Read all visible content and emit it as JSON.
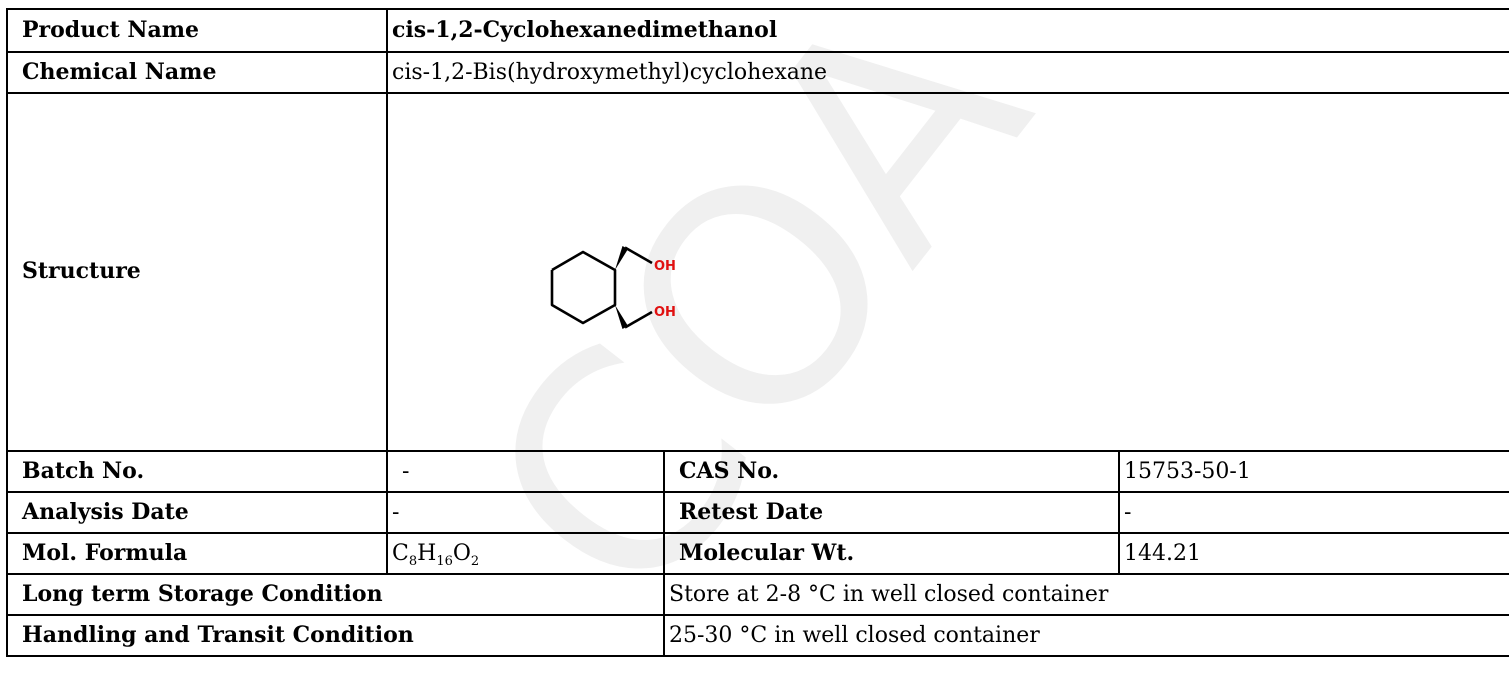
{
  "watermark": "COA",
  "product": {
    "label": "Product Name",
    "value": "cis-1,2-Cyclohexanedimethanol"
  },
  "chemical": {
    "label": "Chemical Name",
    "value": "cis-1,2-Bis(hydroxymethyl)cyclohexane"
  },
  "structure": {
    "label": "Structure",
    "oh_top": "OH",
    "oh_bottom": "OH"
  },
  "batch": {
    "label": "Batch No.",
    "value": "-"
  },
  "cas": {
    "label": "CAS No.",
    "value": "15753-50-1"
  },
  "analysis": {
    "label": "Analysis Date",
    "value": "-"
  },
  "retest": {
    "label": "Retest Date",
    "value": "-"
  },
  "formula": {
    "label": "Mol. Formula",
    "parts": [
      {
        "el": "C",
        "n": "8"
      },
      {
        "el": "H",
        "n": "16"
      },
      {
        "el": "O",
        "n": "2"
      }
    ]
  },
  "mw": {
    "label": "Molecular Wt.",
    "value": "144.21"
  },
  "storage": {
    "label": "Long term Storage Condition",
    "value": "Store at 2-8 °C in well closed container"
  },
  "handling": {
    "label": "Handling and Transit Condition",
    "value": "25-30 °C in well closed container"
  },
  "colors": {
    "heteroatom": "#e01010",
    "watermark": "#f0f0f0"
  }
}
